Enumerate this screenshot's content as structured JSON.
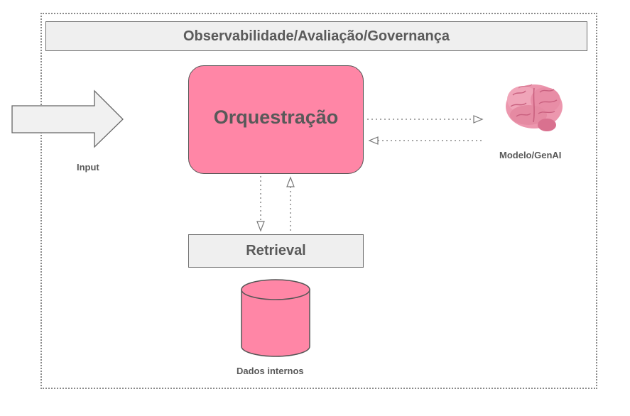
{
  "banner": {
    "label": "Observabilidade/Avaliação/Governança"
  },
  "orchestrator": {
    "label": "Orquestração"
  },
  "retrieval": {
    "label": "Retrieval"
  },
  "input": {
    "label": "Input",
    "icon": "arrow-right-icon"
  },
  "model": {
    "label": "Modelo/GenAI",
    "icon": "brain-icon"
  },
  "database": {
    "label": "Dados internos",
    "icon": "database-icon"
  },
  "colors": {
    "accent_pink": "#ff86a6",
    "panel_gray": "#efefef",
    "text_gray": "#595959",
    "frame_gray": "#8a8a8a"
  }
}
